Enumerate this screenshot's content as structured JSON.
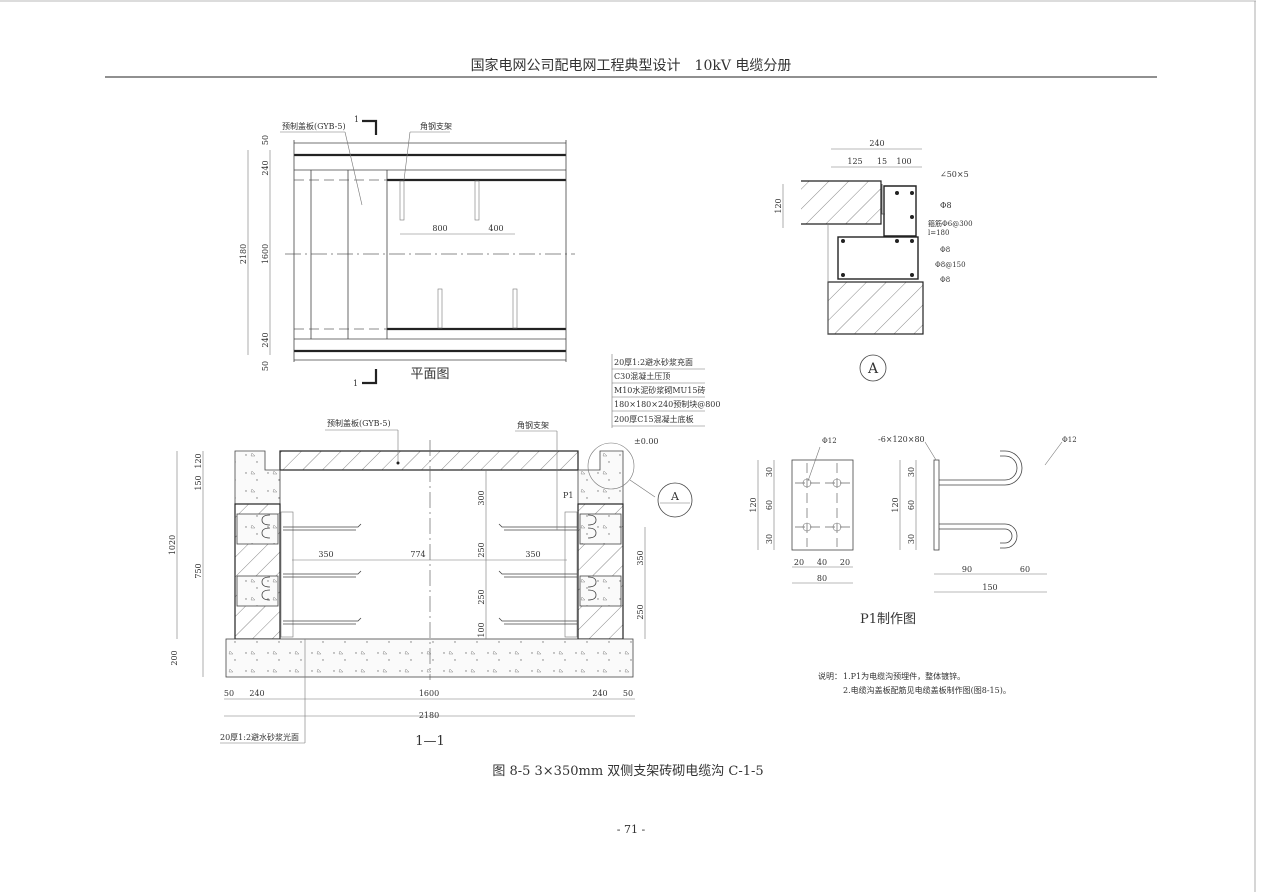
{
  "header": {
    "title": "国家电网公司配电网工程典型设计　10kV 电缆分册"
  },
  "plan_view": {
    "title": "平面图",
    "cover_label": "预制盖板(GYB-5)",
    "bracket_label": "角钢支架",
    "section_mark": "1",
    "dims": {
      "total": "2180",
      "inner": "1600",
      "wall": "240",
      "edge": "50",
      "spacing1": "800",
      "spacing2": "400"
    }
  },
  "section_view": {
    "title": "1—1",
    "cover_label": "预制盖板(GYB-5)",
    "bracket_label": "角钢支架",
    "p1_label": "P1",
    "plaster_label": "20厚1:2避水砂浆光面",
    "elevation": "±0.00",
    "callout": "A",
    "layers": [
      "20厚1:2避水砂浆充面",
      "C30混凝土压顶",
      "M10水泥砂浆砌MU15砖",
      "180×180×240预制块@800",
      "200厚C15混凝土底板"
    ],
    "dims": {
      "height_total": "1020",
      "cap": "120",
      "top": "150",
      "wall_mid": "750",
      "base": "200",
      "gap_top": "300",
      "gap1": "250",
      "gap2": "250",
      "gap_bottom": "100",
      "arm_left": "350",
      "clear": "774",
      "arm_right": "350",
      "right_350": "350",
      "right_250": "250",
      "b_edge_l": "50",
      "b_wall_l": "240",
      "b_inner": "1600",
      "b_wall_r": "240",
      "b_edge_r": "50",
      "b_total": "2180"
    }
  },
  "detail_a": {
    "title": "A",
    "dims": {
      "w": "240",
      "w1": "125",
      "w2": "15",
      "w3": "100",
      "h": "120"
    },
    "labels": [
      "∠50×5",
      "Φ8",
      "箍筋Φ6@300",
      "l=180",
      "Φ8",
      "Φ8@150",
      "Φ8"
    ]
  },
  "p1": {
    "title": "P1制作图",
    "plate_label": "-6×120×80",
    "rod_label": "Φ12",
    "rod_label2": "Φ12",
    "dims": {
      "h": "120",
      "a": "30",
      "b": "60",
      "c": "30",
      "w1": "20",
      "w2": "40",
      "w3": "20",
      "w": "80",
      "l1": "90",
      "l2": "60",
      "l": "150"
    }
  },
  "notes": {
    "label": "说明：",
    "items": [
      "1.P1为电缆沟预埋件，整体镀锌。",
      "2.电缆沟盖板配筋见电缆盖板制作图(图8-15)。"
    ]
  },
  "caption": "图 8-5 3×350mm 双侧支架砖砌电缆沟 C-1-5",
  "page_number": "- 71 -"
}
